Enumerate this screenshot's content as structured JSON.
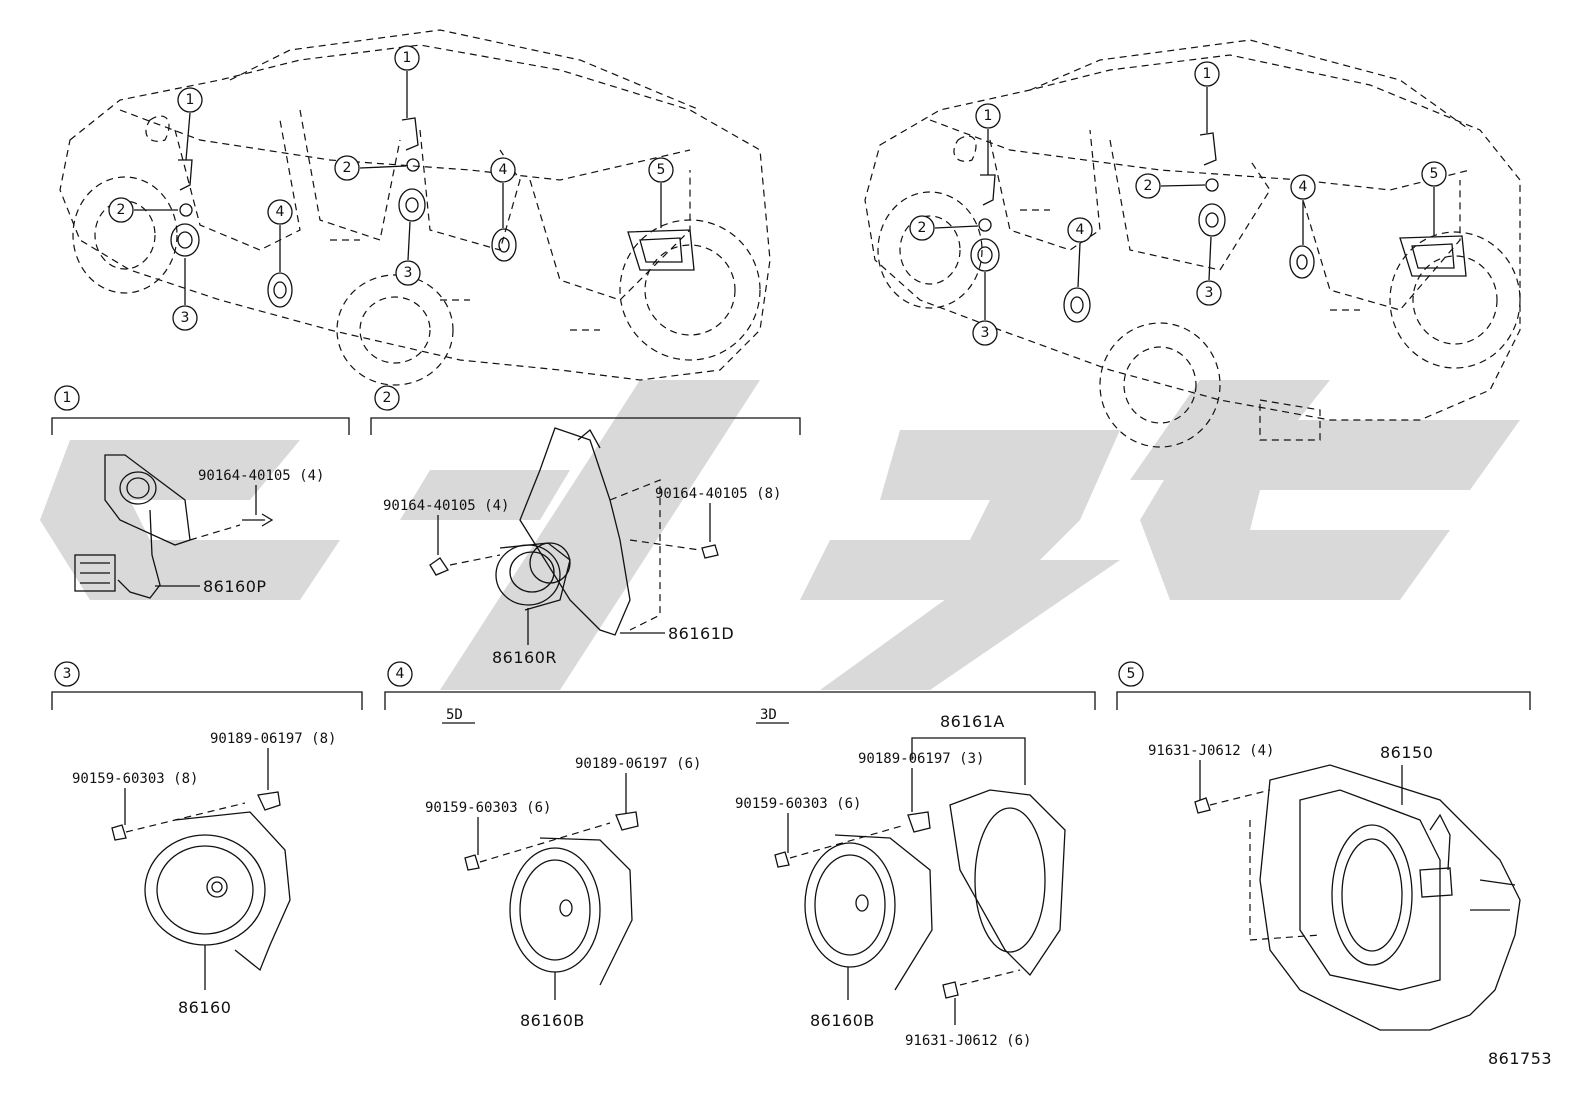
{
  "diagram": {
    "drawing_number": "861753",
    "callout_numbers": [
      "1",
      "2",
      "3",
      "4",
      "5"
    ],
    "sections": [
      {
        "id": "1",
        "parts": [
          "90164-40105 (4)",
          "86160P"
        ]
      },
      {
        "id": "2",
        "parts": [
          "90164-40105 (4)",
          "90164-40105 (8)",
          "86160R",
          "86161D"
        ]
      },
      {
        "id": "3",
        "parts": [
          "90189-06197 (8)",
          "90159-60303 (8)",
          "86160"
        ]
      },
      {
        "id": "4",
        "variants": [
          "5D",
          "3D"
        ],
        "parts_5d": [
          "90189-06197 (6)",
          "90159-60303 (6)",
          "86160B"
        ],
        "parts_3d": [
          "86161A",
          "90189-06197 (3)",
          "90159-60303 (6)",
          "86160B",
          "91631-J0612 (6)"
        ]
      },
      {
        "id": "5",
        "parts": [
          "91631-J0612 (4)",
          "86150"
        ]
      }
    ]
  },
  "colors": {
    "ink": "#111111",
    "watermark": "#d9d9d9",
    "background": "#ffffff"
  },
  "watermark": "gray stylized logo shapes"
}
